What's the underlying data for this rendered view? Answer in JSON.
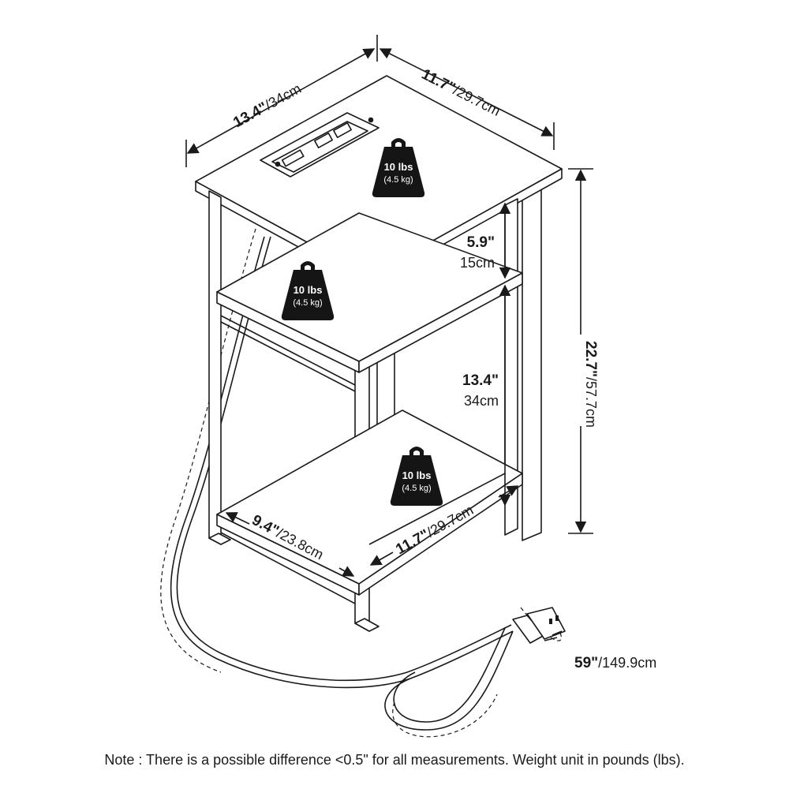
{
  "dimensions": {
    "top_depth": {
      "inches": "13.4\"",
      "cm": "/34cm"
    },
    "top_width": {
      "inches": "11.7\"",
      "cm": "/29.7cm"
    },
    "height": {
      "inches": "22.7\"",
      "cm": "/57.7cm"
    },
    "upper_gap": {
      "inches": "5.9\"",
      "cm": "15cm"
    },
    "lower_gap": {
      "inches": "13.4\"",
      "cm": "34cm"
    },
    "bottom_depth": {
      "inches": "9.4\"",
      "cm": "/23.8cm"
    },
    "bottom_width": {
      "inches": "11.7\"",
      "cm": "/29.7cm"
    },
    "cord_length": {
      "inches": "59\"",
      "cm": "/149.9cm"
    }
  },
  "weight_capacity": [
    {
      "lbs": "10 lbs",
      "kg": "(4.5 kg)"
    },
    {
      "lbs": "10 lbs",
      "kg": "(4.5 kg)"
    },
    {
      "lbs": "10 lbs",
      "kg": "(4.5 kg)"
    }
  ],
  "note": "Note : There is a possible difference <0.5\" for all measurements. Weight unit in pounds (lbs).",
  "colors": {
    "line": "#1a1a1a",
    "weight_badge": "#151515",
    "background": "#ffffff"
  }
}
